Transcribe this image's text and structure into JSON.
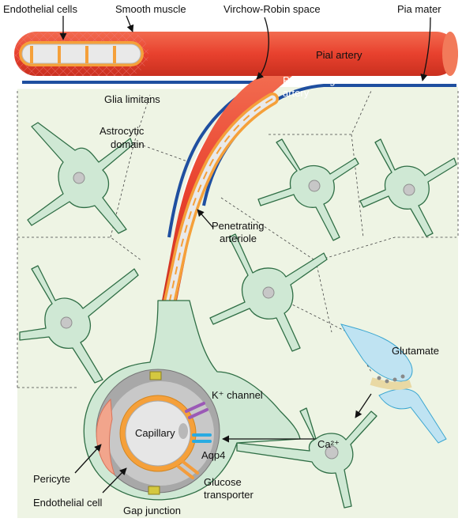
{
  "labels": {
    "endothelial_cells": "Endothelial cells",
    "smooth_muscle": "Smooth muscle",
    "virchow_robin": "Virchow-Robin space",
    "pia_mater": "Pia mater",
    "pial_artery": "Pial artery",
    "penetrating_artery_1": "Penetrating",
    "penetrating_artery_2": "artery",
    "glia_limitans": "Glia limitans",
    "astrocytic_domain_1": "Astrocytic",
    "astrocytic_domain_2": "domain",
    "penetrating_arteriole_1": "Penetrating",
    "penetrating_arteriole_2": "arteriole",
    "glutamate": "Glutamate",
    "k_channel": "K⁺ channel",
    "capillary": "Capillary",
    "aqp4": "Aqp4",
    "calcium": "Ca²⁺",
    "pericyte": "Pericyte",
    "endothelial_cell": "Endothelial cell",
    "glucose_transporter_1": "Glucose",
    "glucose_transporter_2": "transporter",
    "gap_junction": "Gap junction"
  },
  "colors": {
    "artery_red": "#e8412e",
    "artery_orange": "#f5a03a",
    "pia_blue": "#1f4fa0",
    "astrocyte_fill": "#cfe8d4",
    "astrocyte_stroke": "#2f6e45",
    "k_channel": "#9b59b6",
    "aqp4": "#29abe2",
    "glucose_transporter": "#f39c3c",
    "pericyte": "#f2a58c",
    "synapse": "#bfe3f2"
  }
}
